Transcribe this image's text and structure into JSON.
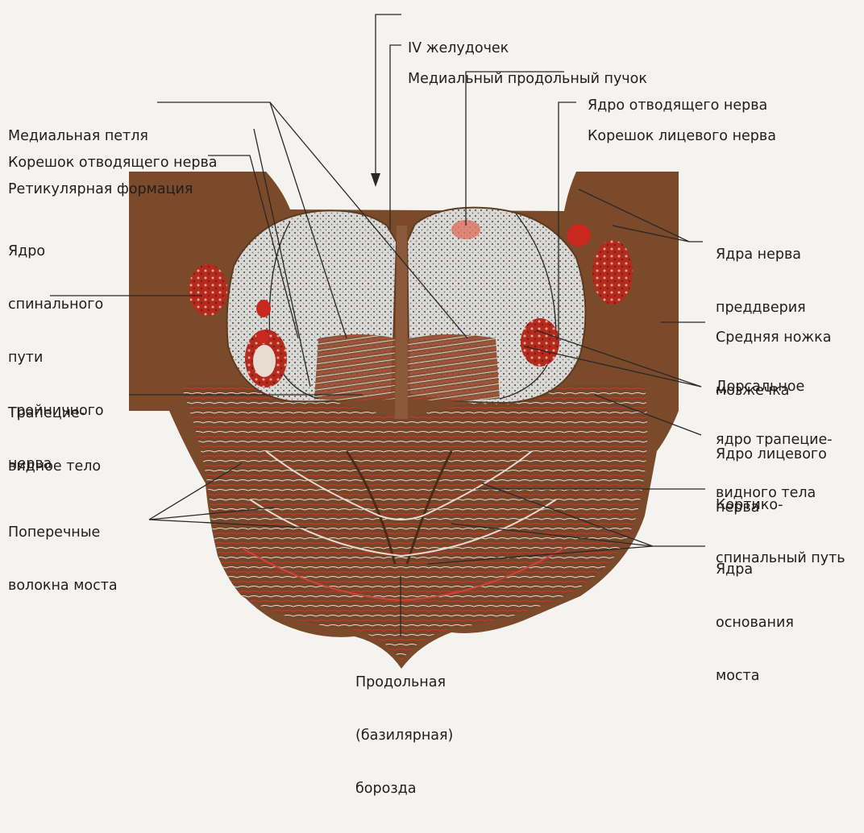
{
  "colors": {
    "background": "#f4f3ef",
    "tissue_brown": "#7a4a2a",
    "tissue_dark": "#5e3a20",
    "nucleus_red": "#c8281e",
    "pale_gray": "#cfd3d2",
    "label_text": "#1f1e1c"
  },
  "labels": {
    "fourth_ventricle": [
      "IV желудочек"
    ],
    "mlf": [
      "Медиальный продольный пучок"
    ],
    "abducens_nucleus": [
      "Ядро отводящего нерва"
    ],
    "facial_root": [
      "Корешок лицевого нерва"
    ],
    "medial_lemniscus": [
      "Медиальная петля"
    ],
    "abducens_root": [
      "Корешок отводящего нерва"
    ],
    "reticular": [
      "Ретикулярная формация"
    ],
    "spinal_trigeminal": [
      "Ядро",
      "спинального",
      "пути",
      "тройничного",
      "нерва"
    ],
    "vestibular": [
      "Ядра нерва",
      "преддверия"
    ],
    "middle_peduncle": [
      "Средняя ножка",
      "мозжечка"
    ],
    "dorsal_trapezoid": [
      "Дорсальное",
      "ядро трапецие-",
      "видного тела"
    ],
    "trapezoid_body": [
      "Трапецие-",
      "видное тело"
    ],
    "facial_nucleus": [
      "Ядро лицевого",
      "нерва"
    ],
    "corticospinal": [
      "Кортико-",
      "спинальный путь"
    ],
    "transverse_fibers": [
      "Поперечные",
      "волокна моста"
    ],
    "pontine_nuclei": [
      "Ядра",
      "основания",
      "моста"
    ],
    "basilar_sulcus": [
      "Продольная",
      "(базилярная)",
      "борозда"
    ]
  }
}
